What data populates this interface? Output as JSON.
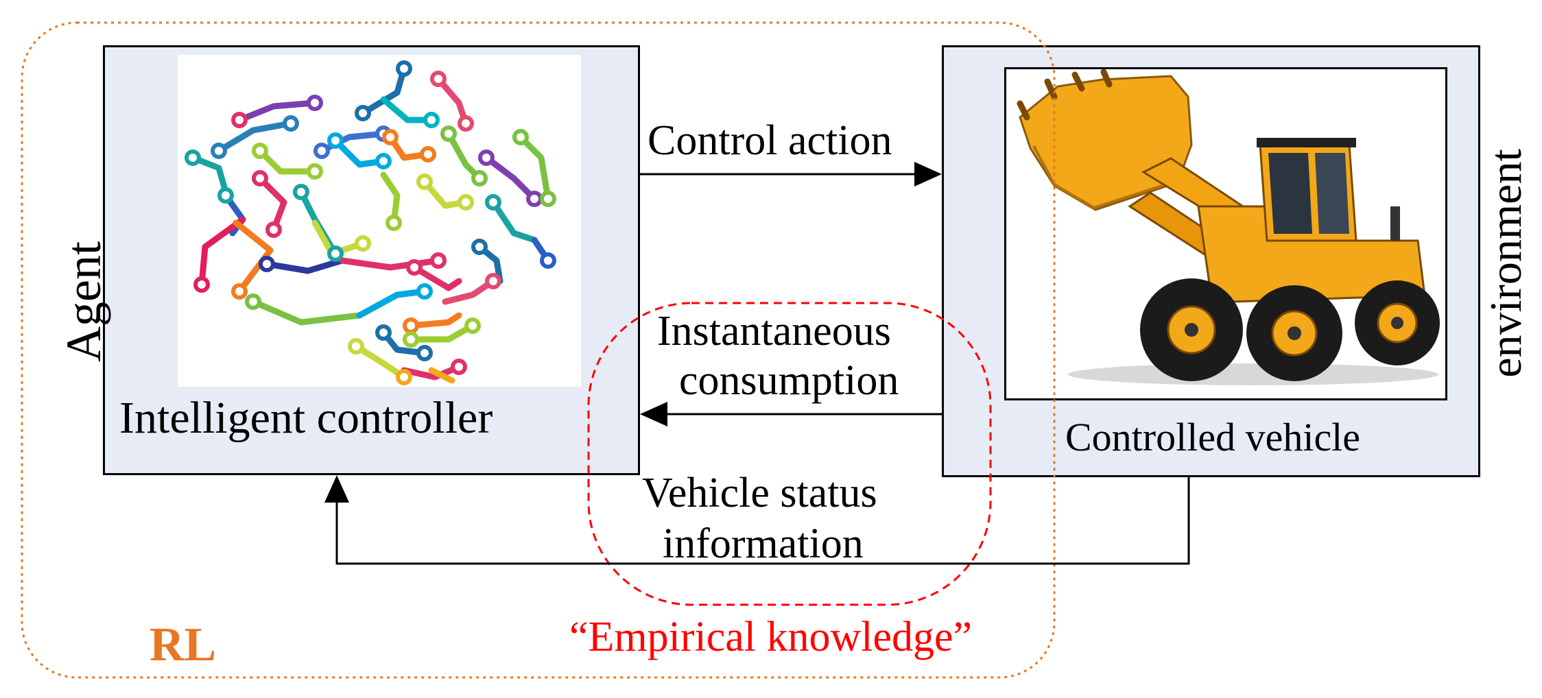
{
  "agent": {
    "side_label": "Agent",
    "controller_label": "Intelligent controller",
    "icon": "brain-circuit-icon"
  },
  "environment": {
    "side_label": "environment",
    "vehicle_label": "Controlled vehicle",
    "icon": "wheel-loader-icon"
  },
  "arrows": {
    "action_label": "Control action",
    "consumption_label_1": "Instantaneous",
    "consumption_label_2": "consumption",
    "status_label_1": "Vehicle status",
    "status_label_2": "information"
  },
  "regions": {
    "rl_label": "RL",
    "knowledge_label": "“Empirical knowledge”"
  },
  "colors": {
    "box_fill": "#e6ebf5",
    "rl_orange": "#e87722",
    "knowledge_red": "#ff0000",
    "loader_yellow": "#f3a81a"
  }
}
